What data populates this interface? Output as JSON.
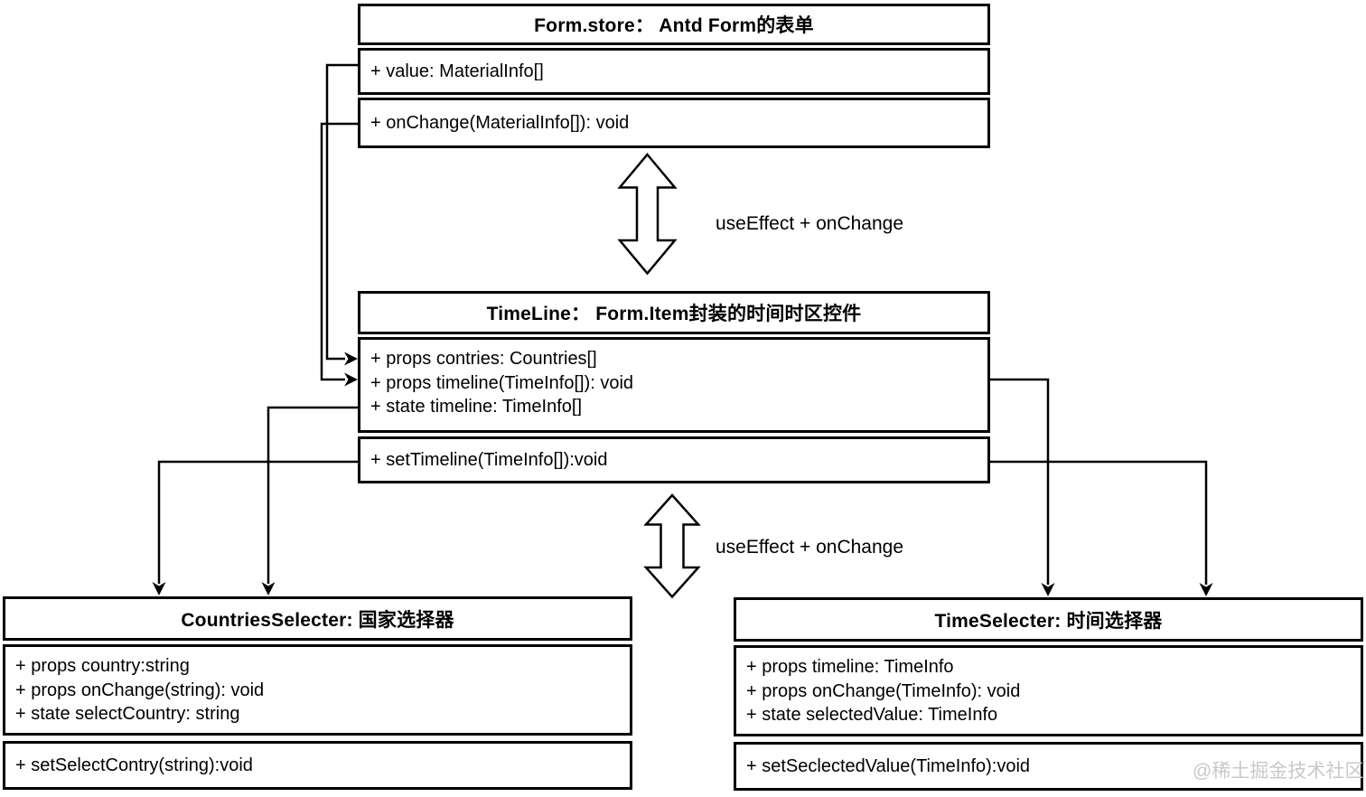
{
  "diagram": {
    "classes": [
      {
        "id": "form-store",
        "title": "Form.store： Antd Form的表单",
        "attributes": [
          "+ value: MaterialInfo[]"
        ],
        "methods": [
          "+ onChange(MaterialInfo[]): void"
        ]
      },
      {
        "id": "timeline",
        "title": "TimeLine： Form.Item封装的时间时区控件",
        "attributes": [
          "+ props contries: Countries[]",
          "+ props timeline(TimeInfo[]): void",
          "+ state timeline: TimeInfo[]"
        ],
        "methods": [
          "+ setTimeline(TimeInfo[]):void"
        ]
      },
      {
        "id": "countries-selecter",
        "title": "CountriesSelecter: 国家选择器",
        "attributes": [
          "+ props country:string",
          "+ props onChange(string): void",
          "+ state selectCountry: string"
        ],
        "methods": [
          "+ setSelectContry(string):void"
        ]
      },
      {
        "id": "time-selecter",
        "title": "TimeSelecter: 时间选择器",
        "attributes": [
          "+ props timeline: TimeInfo",
          "+ props onChange(TimeInfo): void",
          "+ state selectedValue: TimeInfo"
        ],
        "methods": [
          "+ setSeclectedValue(TimeInfo):void"
        ]
      }
    ],
    "edge_labels": {
      "top": "useEffect + onChange",
      "bottom": "useEffect + onChange"
    },
    "watermark": "@稀土掘金技术社区",
    "colors": {
      "line": "#000000",
      "background": "#ffffff",
      "watermark": "#c9c9c9"
    }
  }
}
